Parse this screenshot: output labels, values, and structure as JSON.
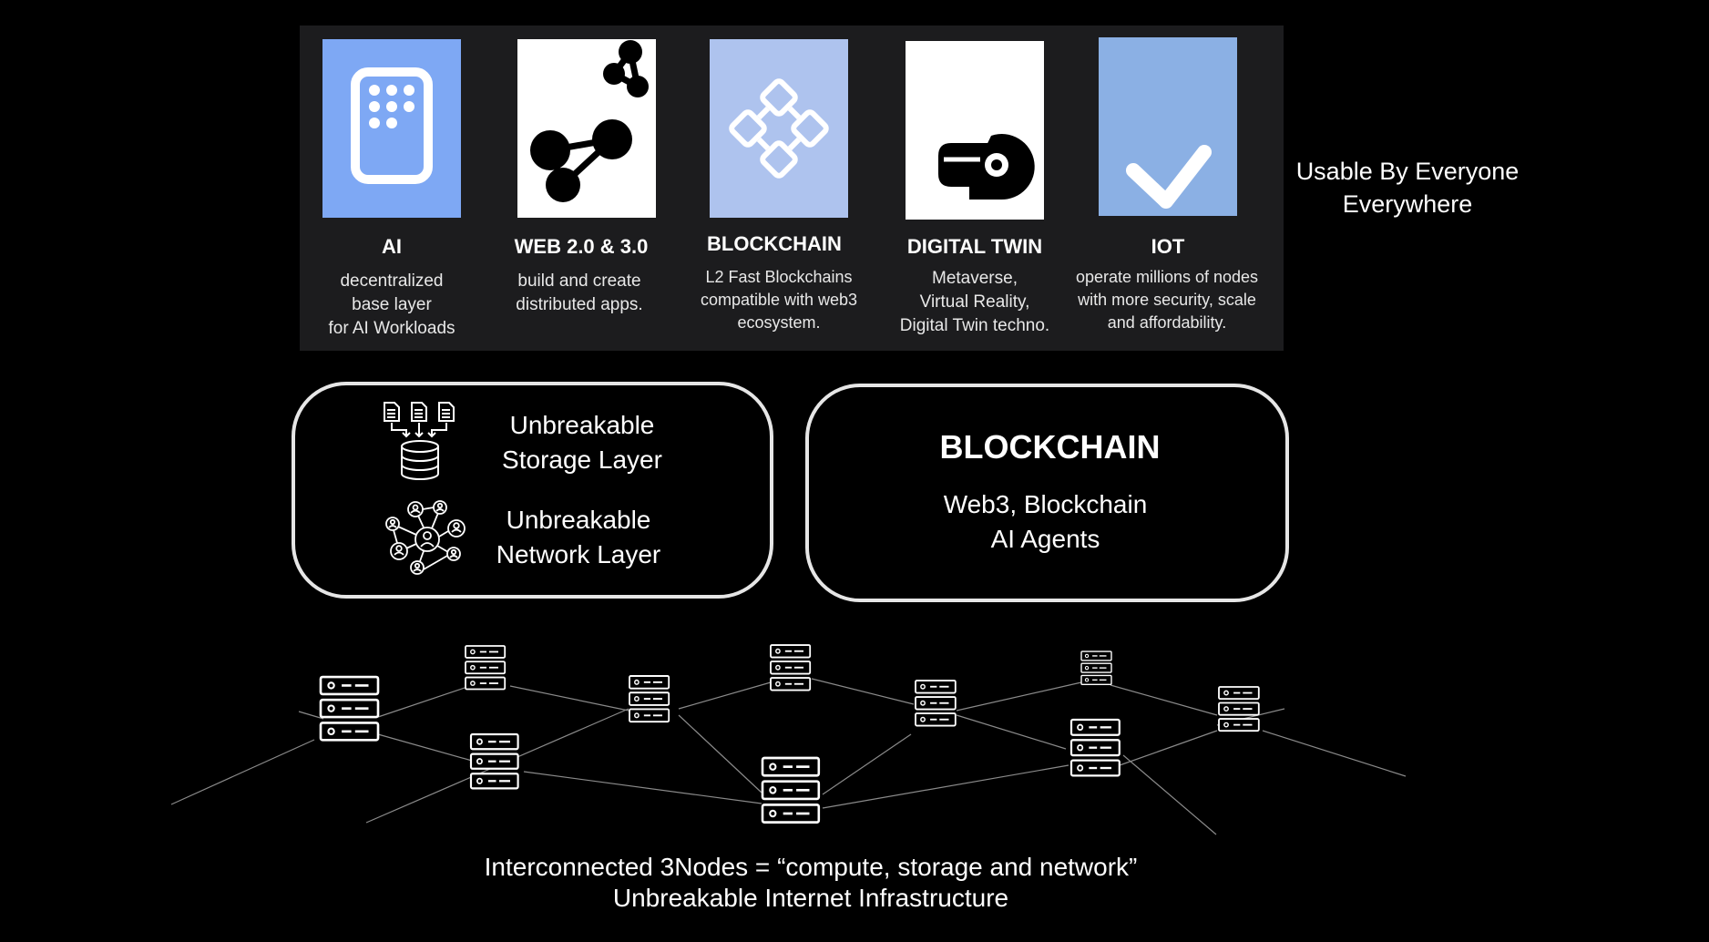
{
  "cards": [
    {
      "title": "AI",
      "description": "decentralized\nbase layer\nfor AI Workloads",
      "icon": "tablet-icon",
      "color": "#7ea8f4"
    },
    {
      "title": "WEB 2.0 & 3.0",
      "description": "build and create\ndistributed apps.",
      "icon": "network-graph-icon",
      "color": "#ffffff"
    },
    {
      "title": "BLOCKCHAIN",
      "description": "L2 Fast Blockchains\ncompatible with web3\necosystem.",
      "icon": "blockchain-blocks-icon",
      "color": "#aec3ee"
    },
    {
      "title": "DIGITAL TWIN",
      "description": "Metaverse,\nVirtual Reality,\nDigital Twin techno.",
      "icon": "vr-headset-icon",
      "color": "#ffffff"
    },
    {
      "title": "IOT",
      "description": "operate millions of nodes\nwith more security, scale\nand affordability.",
      "icon": "checkmark-icon",
      "color": "#8bb0e4"
    }
  ],
  "side_text": "Usable By Everyone\nEverywhere",
  "layers": {
    "storage": "Unbreakable\nStorage Layer",
    "network": "Unbreakable\nNetwork Layer"
  },
  "blockchain_box": {
    "title": "BLOCKCHAIN",
    "subtitle": "Web3, Blockchain\nAI Agents"
  },
  "bottom_text": "Interconnected 3Nodes = “compute, storage and network”\nUnbreakable Internet Infrastructure",
  "icons": {
    "storage": "database-documents-icon",
    "network": "people-network-icon",
    "server": "server-rack-icon"
  },
  "colors": {
    "background": "#000000",
    "panel": "#1c1c1e",
    "box_border": "#e6e6e6",
    "network_line": "#8a8a8a"
  }
}
